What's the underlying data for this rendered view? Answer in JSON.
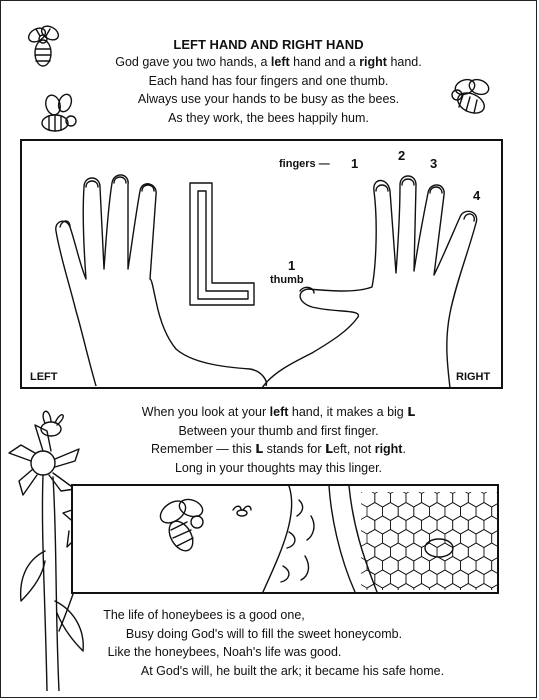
{
  "title": "LEFT HAND AND RIGHT HAND",
  "verse1": {
    "line1_a": "God gave you two hands, a ",
    "line1_b": "left",
    "line1_c": " hand and a ",
    "line1_d": "right",
    "line1_e": " hand.",
    "line2": "Each hand has four fingers and one thumb.",
    "line3": "Always use your hands to be busy as the bees.",
    "line4": "As they work, the bees happily hum."
  },
  "hands": {
    "fingers_label": "fingers —",
    "finger_numbers": [
      "1",
      "2",
      "3",
      "4"
    ],
    "thumb_number": "1",
    "thumb_label": "thumb",
    "left_label": "LEFT",
    "right_label": "RIGHT",
    "big_letter": "L"
  },
  "verse2": {
    "line1_a": "When you look at your ",
    "line1_b": "left",
    "line1_c": " hand, it makes a big ",
    "line1_d": "L",
    "line2": "Between your thumb and first finger.",
    "line3_a": "Remember — this ",
    "line3_b": "L",
    "line3_c": " stands for ",
    "line3_d": "L",
    "line3_e": "eft, not ",
    "line3_f": "right",
    "line3_g": ".",
    "line4": "Long in your thoughts may this linger."
  },
  "verse3": {
    "line1": "The life of honeybees is a good one,",
    "line2": "Busy doing God's will to fill the sweet honeycomb.",
    "line3": "Like the honeybees, Noah's life was good.",
    "line4": "At God's will, he built the ark; it became his safe home."
  },
  "icons": [
    "bee-icon",
    "flower-icon",
    "honeycomb-icon",
    "tree-trunk-icon"
  ]
}
